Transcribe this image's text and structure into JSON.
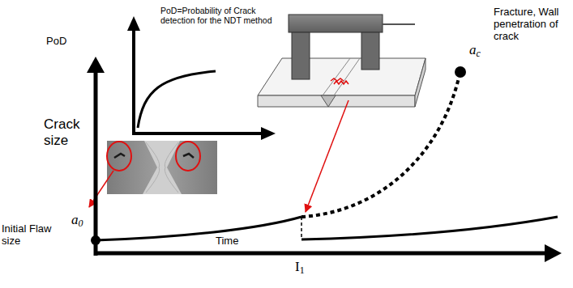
{
  "diagram": {
    "labels": [
      "PoD=Probability of Crack detection for the NDT method",
      "PoD",
      "Crack size",
      "a0",
      "Initial Flaw size",
      "Time",
      "I1",
      "ac",
      "Fracture, Wall penetration of crack"
    ]
  }
}
